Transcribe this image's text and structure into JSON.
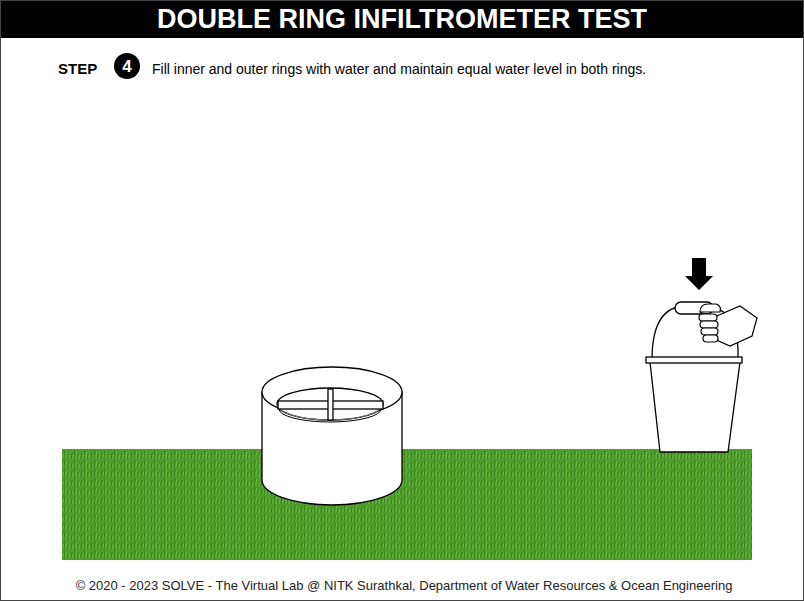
{
  "diagram": {
    "title": "DOUBLE RING INFILTROMETER TEST",
    "nodes": [
      {
        "text": [
          "4"
        ]
      }
    ],
    "labels": [
      "STEP",
      "Fill inner and outer rings with water and maintain equal water level in both rings.",
      "© 2020 - 2023 SOLVE - The Virtual Lab @ NITK Surathkal, Department of Water Resources & Ocean Engineering"
    ]
  }
}
